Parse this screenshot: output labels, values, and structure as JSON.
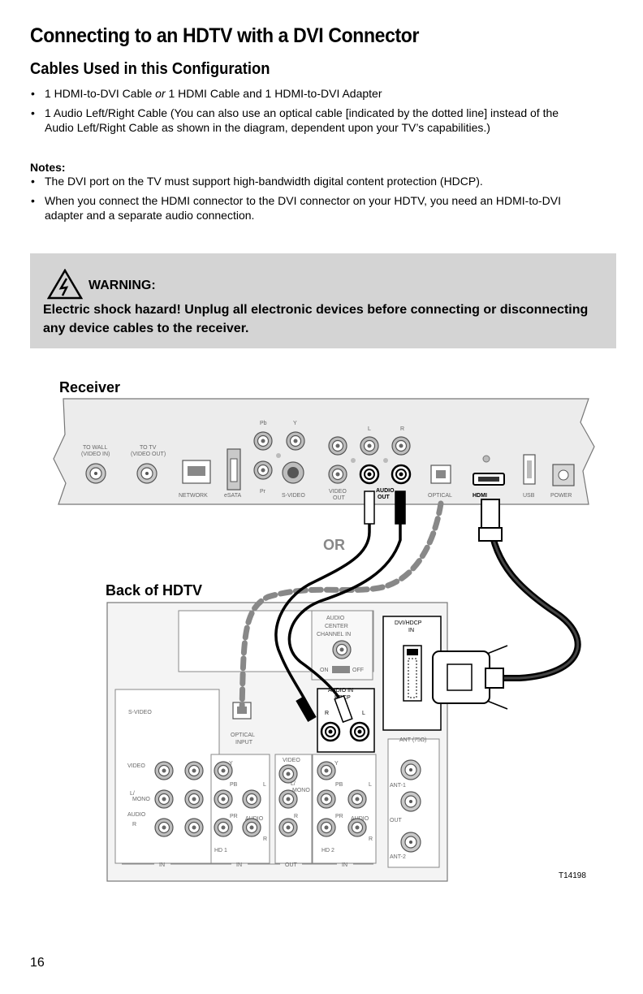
{
  "title": "Connecting to an HDTV with a DVI Connector",
  "subtitle": "Cables Used in this Configuration",
  "cables": [
    {
      "pre": "1 HDMI-to-DVI Cable ",
      "em": "or",
      "post": " 1 HDMI Cable and 1 HDMI-to-DVI Adapter"
    },
    {
      "pre": "1 Audio Left/Right Cable (You can also use an optical cable [indicated by the dotted line] instead of the Audio Left/Right Cable as shown in the diagram, dependent upon your TV’s capabilities.)",
      "em": "",
      "post": ""
    }
  ],
  "notes_label": "Notes:",
  "notes": [
    "The DVI port on the TV must support high-bandwidth digital content protection (HDCP).",
    "When you connect the HDMI connector to the DVI connector on your HDTV, you need an HDMI-to-DVI adapter and a separate audio connection."
  ],
  "warning": {
    "heading": "WARNING:",
    "message": "Electric shock hazard! Unplug all electronic devices before connecting or disconnecting any device cables to the receiver."
  },
  "diagram": {
    "receiver_label": "Receiver",
    "hdtv_label": "Back of HDTV",
    "or_label": "OR",
    "figure_id": "T14198",
    "receiver_ports": {
      "to_wall_1": "TO WALL",
      "to_wall_2": "(VIDEO IN)",
      "to_tv_1": "TO TV",
      "to_tv_2": "(VIDEO OUT)",
      "network": "NETWORK",
      "esata": "eSATA",
      "pb": "Pb",
      "y": "Y",
      "pr": "Pr",
      "svideo": "S-VIDEO",
      "l": "L",
      "r": "R",
      "video_out_1": "VIDEO",
      "video_out_2": "OUT",
      "audio_out_1": "AUDIO",
      "audio_out_2": "OUT",
      "optical": "OPTICAL",
      "hdmi": "HDMI",
      "usb": "USB",
      "power": "POWER"
    },
    "hdtv_ports": {
      "audio_center_1": "AUDIO",
      "audio_center_2": "CENTER",
      "audio_center_3": "CHANNEL IN",
      "on": "ON",
      "off": "OFF",
      "dvi_1": "DVI/HDCP",
      "dvi_2": "IN",
      "audio_in_1": "AUDIO IN",
      "audio_in_2": "HDCP",
      "r": "R",
      "l": "L",
      "svideo": "S-VIDEO",
      "optical_1": "OPTICAL",
      "optical_2": "INPUT",
      "video": "VIDEO",
      "l_mono": "L/",
      "mono": "MONO",
      "audio": "AUDIO",
      "y": "Y",
      "pb": "PB",
      "pr": "PR",
      "hd1": "HD 1",
      "hd2": "HD 2",
      "ant": "ANT (75Ω)",
      "ant1": "ANT-1",
      "out": "OUT",
      "ant2": "ANT-2",
      "in": "IN",
      "out_label": "OUT"
    }
  },
  "page_number": "16"
}
